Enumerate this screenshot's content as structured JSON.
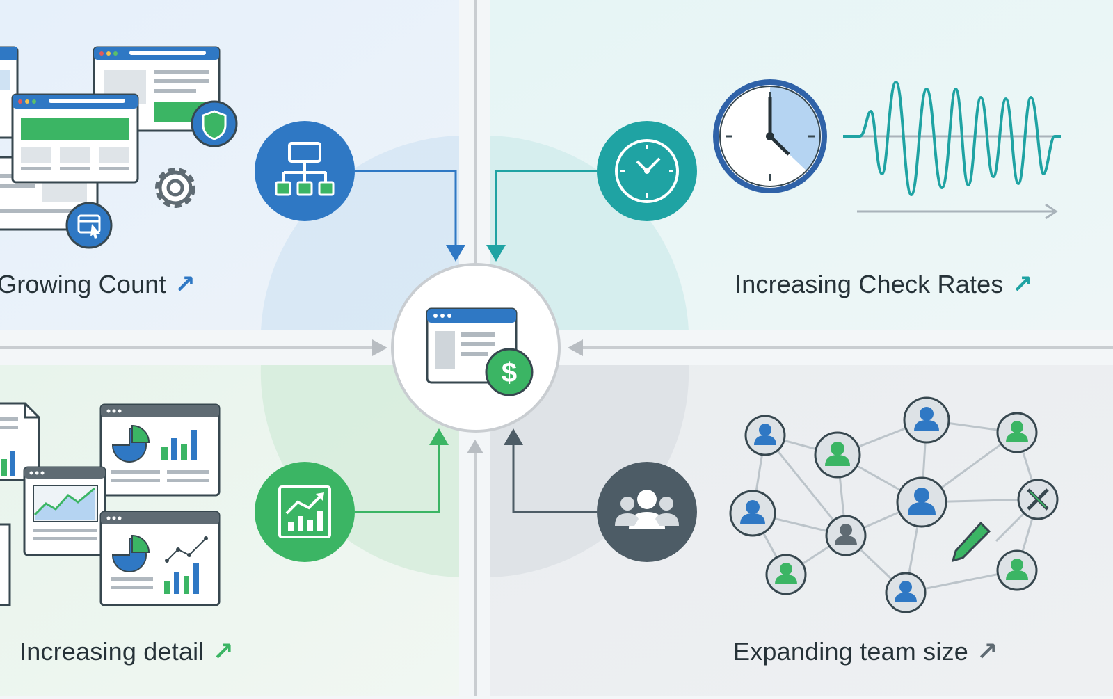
{
  "quadrants": {
    "top_left": {
      "label": "Growing Count",
      "accent": "#2f78c4"
    },
    "top_right": {
      "label": "Increasing Check Rates",
      "accent": "#1fa3a3"
    },
    "bottom_left": {
      "label": "Increasing detail",
      "accent": "#3bb564"
    },
    "bottom_right": {
      "label": "Expanding team size",
      "accent": "#4d5c66"
    }
  },
  "center": {
    "icon": "browser-with-dollar-icon"
  },
  "icons": {
    "top_left_badge": "sitemap-icon",
    "top_right_badge": "clock-icon",
    "bottom_left_badge": "growth-chart-icon",
    "bottom_right_badge": "team-icon",
    "trend": "trend-up-arrow-icon"
  },
  "trend_arrow": "↗",
  "colors": {
    "blue": "#2f78c4",
    "teal": "#1fa3a3",
    "green": "#3bb564",
    "slate": "#4d5c66",
    "divider": "#d3d7db"
  }
}
